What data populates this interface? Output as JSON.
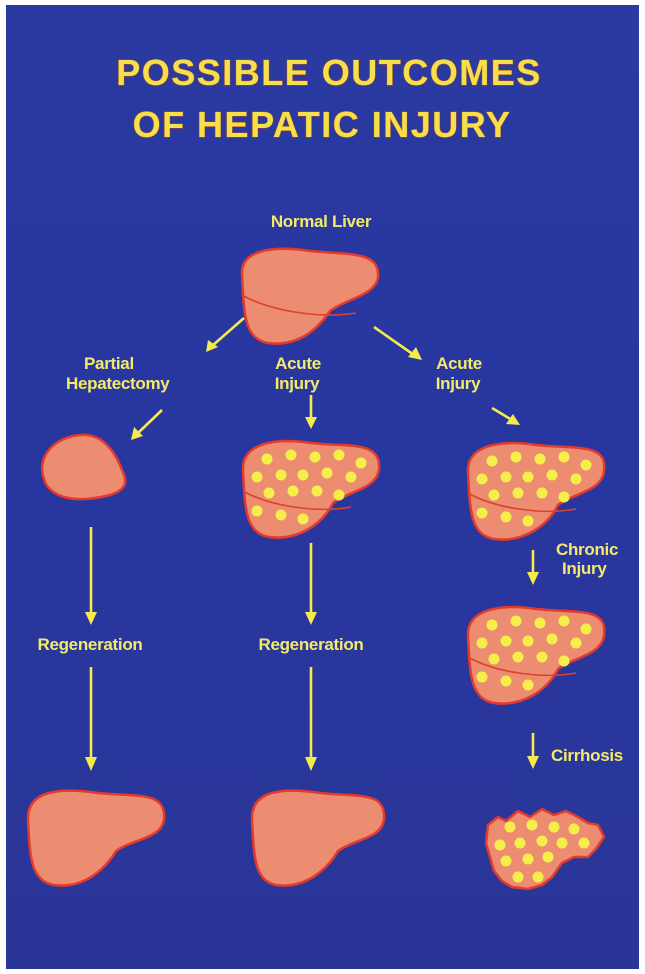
{
  "title": {
    "line1": "POSSIBLE OUTCOMES",
    "line2": "OF HEPATIC INJURY"
  },
  "nodes": {
    "normal_liver": "Normal Liver",
    "partial_hepatectomy": [
      "Partial",
      "Hepatectomy"
    ],
    "acute_injury_center": [
      "Acute",
      "Injury"
    ],
    "acute_injury_right": [
      "Acute",
      "Injury"
    ],
    "regeneration_left": "Regeneration",
    "regeneration_center": "Regeneration",
    "chronic_injury": [
      "Chronic",
      "Injury"
    ],
    "cirrhosis": "Cirrhosis"
  },
  "colors": {
    "background": "#2a3a9c",
    "title_fill": "#f3e04a",
    "label": "#f4ea6a",
    "liver_fill": "#ec8d72",
    "liver_outline": "#e43a2c",
    "injury_dot": "#f6ef4a",
    "arrow": "#f4ea4e"
  }
}
